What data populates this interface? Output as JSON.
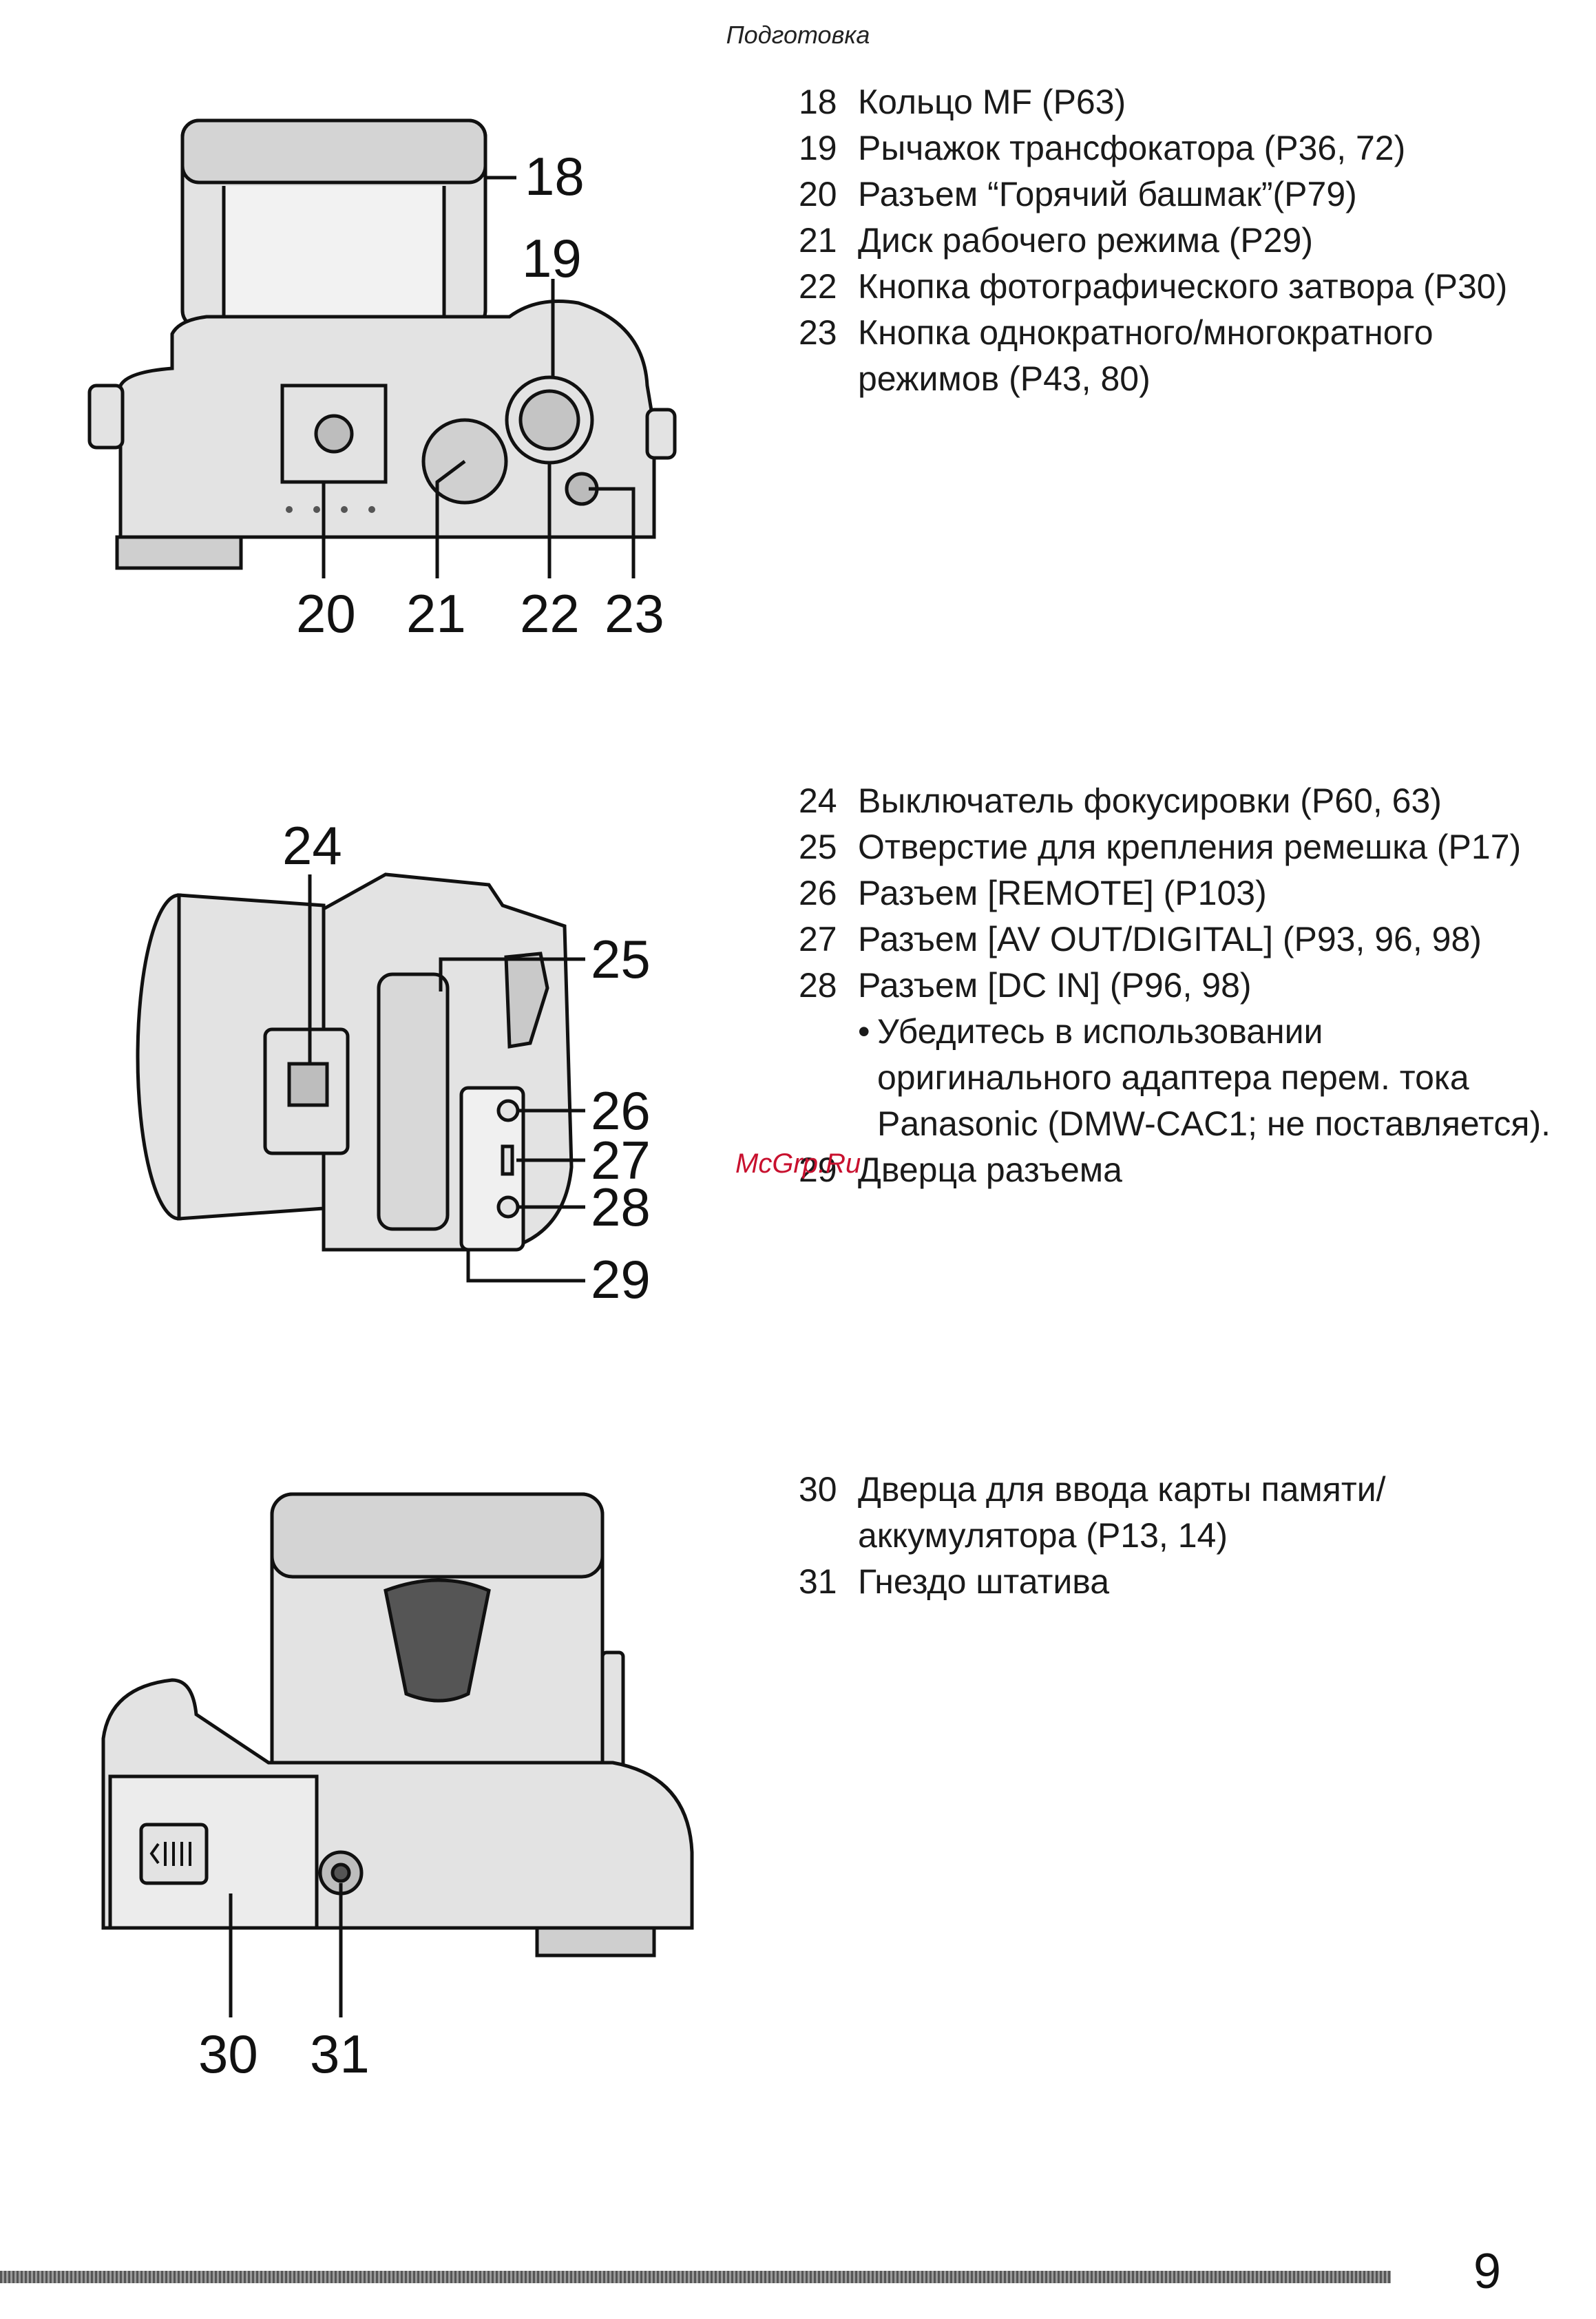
{
  "header": {
    "section": "Подготовка"
  },
  "figure_top": {
    "callouts": [
      "18",
      "19",
      "20",
      "21",
      "22",
      "23"
    ]
  },
  "figure_side": {
    "callouts": [
      "24",
      "25",
      "26",
      "27",
      "28",
      "29"
    ]
  },
  "figure_bottom": {
    "callouts": [
      "30",
      "31"
    ]
  },
  "legend_top": [
    {
      "num": "18",
      "text": "Кольцо MF (P63)"
    },
    {
      "num": "19",
      "text": "Рычажок трансфокатора (P36, 72)"
    },
    {
      "num": "20",
      "text": "Разъем “Горячий башмак”(P79)"
    },
    {
      "num": "21",
      "text": "Диск рабочего режима (P29)"
    },
    {
      "num": "22",
      "text": "Кнопка фотографического затвора (P30)"
    },
    {
      "num": "23",
      "text": "Кнопка однократного/многократного режимов (P43, 80)"
    }
  ],
  "legend_middle": [
    {
      "num": "24",
      "text": "Выключатель фокусировки (P60, 63)"
    },
    {
      "num": "25",
      "text": "Отверстие для крепления ремешка (P17)"
    },
    {
      "num": "26",
      "text": "Разъем [REMOTE] (P103)"
    },
    {
      "num": "27",
      "text": "Разъем [AV OUT/DIGITAL] (P93, 96, 98)"
    },
    {
      "num": "28",
      "text": "Разъем [DC IN] (P96, 98)"
    }
  ],
  "legend_middle_note": {
    "bullet": "•",
    "text": "Убедитесь в использовании оригинального адаптера перем. тока Panasonic (DMW-CAC1; не поставляется)."
  },
  "legend_middle_last": {
    "num": "29",
    "text": "Дверца разъема"
  },
  "legend_bottom": [
    {
      "num": "30",
      "text": "Дверца для ввода карты памяти/ аккумулятора (P13, 14)"
    },
    {
      "num": "31",
      "text": "Гнездо штатива"
    }
  ],
  "watermark": "McGrp.Ru",
  "page_number": "9"
}
